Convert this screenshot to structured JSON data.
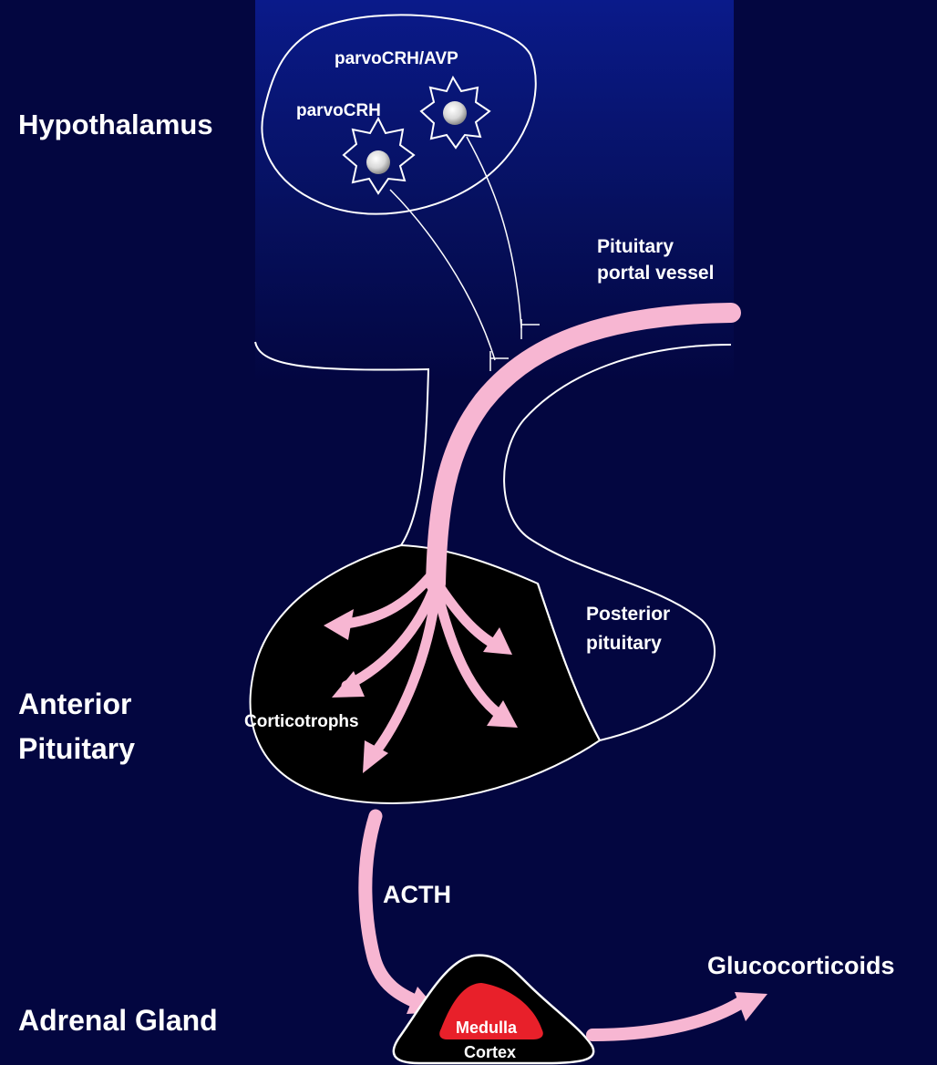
{
  "labels": {
    "hypothalamus": "Hypothalamus",
    "anterior_pituitary_line1": "Anterior",
    "anterior_pituitary_line2": "Pituitary",
    "adrenal_gland": "Adrenal Gland",
    "parvo_crh_avp": "parvoCRH/AVP",
    "parvo_crh": "parvoCRH",
    "portal_vessel_line1": "Pituitary",
    "portal_vessel_line2": "portal vessel",
    "posterior_line1": "Posterior",
    "posterior_line2": "pituitary",
    "corticotrophs": "Corticotrophs",
    "acth": "ACTH",
    "glucocorticoids": "Glucocorticoids",
    "medulla": "Medulla",
    "cortex": "Cortex"
  },
  "colors": {
    "background": "#030640",
    "hypothalamus_glow": "#0a1a8a",
    "flow": "#f7b6d2",
    "outline": "#ffffff",
    "medulla": "#e8202a",
    "anterior_fill": "#000000"
  }
}
